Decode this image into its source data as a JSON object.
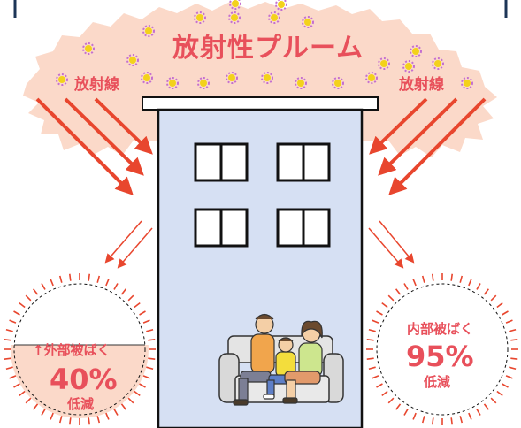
{
  "title": "放射性プルーム",
  "radiation_label_left": "放射線",
  "radiation_label_right": "放射線",
  "external": {
    "arrow": "↑",
    "label": "外部被ばく",
    "percent": "40%",
    "suffix": "低減"
  },
  "internal": {
    "label": "内部被ばく",
    "percent": "95%",
    "suffix": "低減"
  },
  "colors": {
    "accent_red": "#e8505b",
    "arrow_red": "#e8462e",
    "plume_fill": "#fbd9c9",
    "particle_yellow": "#f3d21b",
    "particle_ring": "#c46fd0",
    "building_fill": "#d6e0f3",
    "ceiling_line": "#1a2a4a",
    "frame_line": "#1d3557"
  }
}
